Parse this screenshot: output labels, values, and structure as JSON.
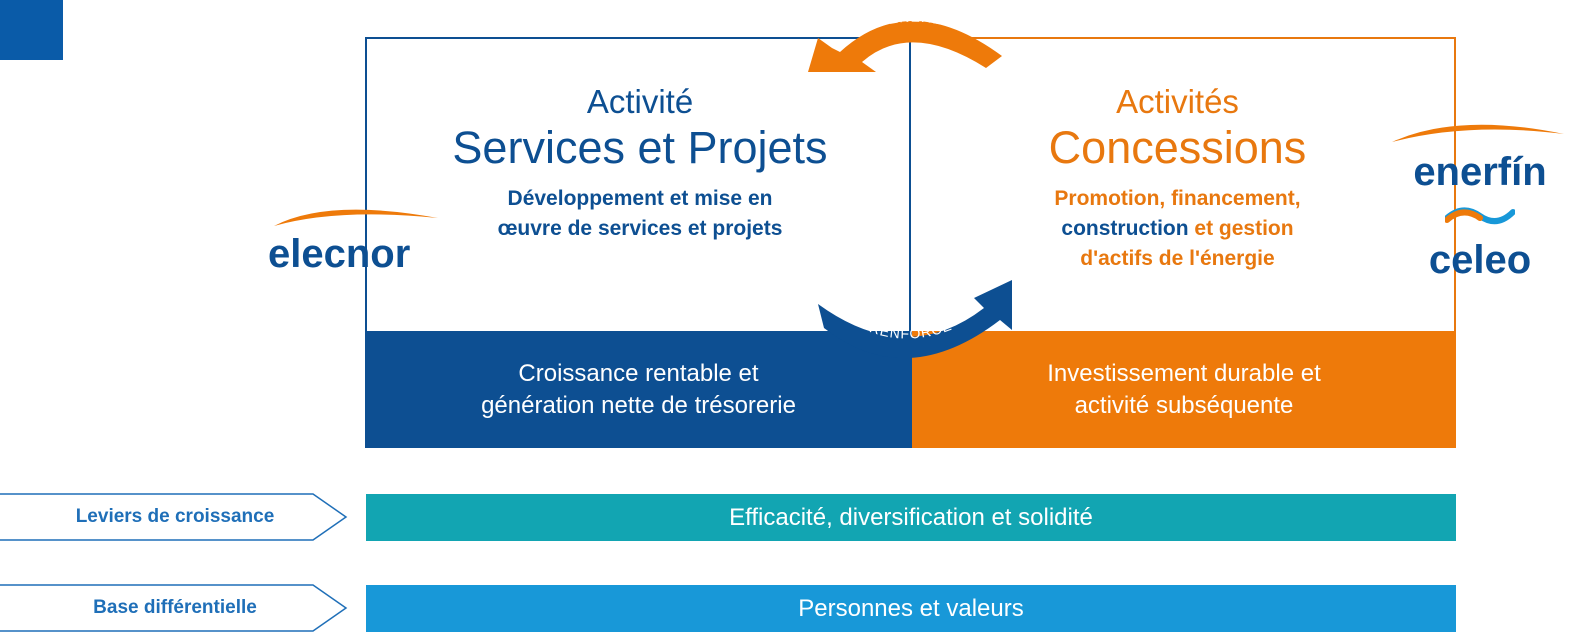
{
  "left_activity": {
    "label": "Activité",
    "title": "Services et Projets",
    "description_line1": "Développement et mise en",
    "description_line2": "œuvre de services et projets"
  },
  "right_activity": {
    "label": "Activités",
    "title": "Concessions",
    "description_line1": "Promotion, financement,",
    "description_line2a": "construction",
    "description_line2b": " et gestion",
    "description_line3": "d'actifs de l'énergie"
  },
  "arrows": {
    "top": "GÉNÈRE",
    "bottom": "RENFORCE"
  },
  "outcomes": {
    "left_line1": "Croissance rentable et",
    "left_line2": "génération nette de trésorerie",
    "right_line1": "Investissement durable et",
    "right_line2": "activité subséquente"
  },
  "brands": {
    "elecnor": "elecnor",
    "enerfin": "enerfín",
    "celeo": "celeo"
  },
  "rows": [
    {
      "tag": "Leviers de croissance",
      "bar": "Efficacité, diversification et solidité"
    },
    {
      "tag": "Base différentielle",
      "bar": "Personnes et valeurs"
    }
  ],
  "colors": {
    "navy": "#0d4f92",
    "orange": "#ee7a0a",
    "teal": "#12a5b2",
    "sky": "#1898d8"
  }
}
